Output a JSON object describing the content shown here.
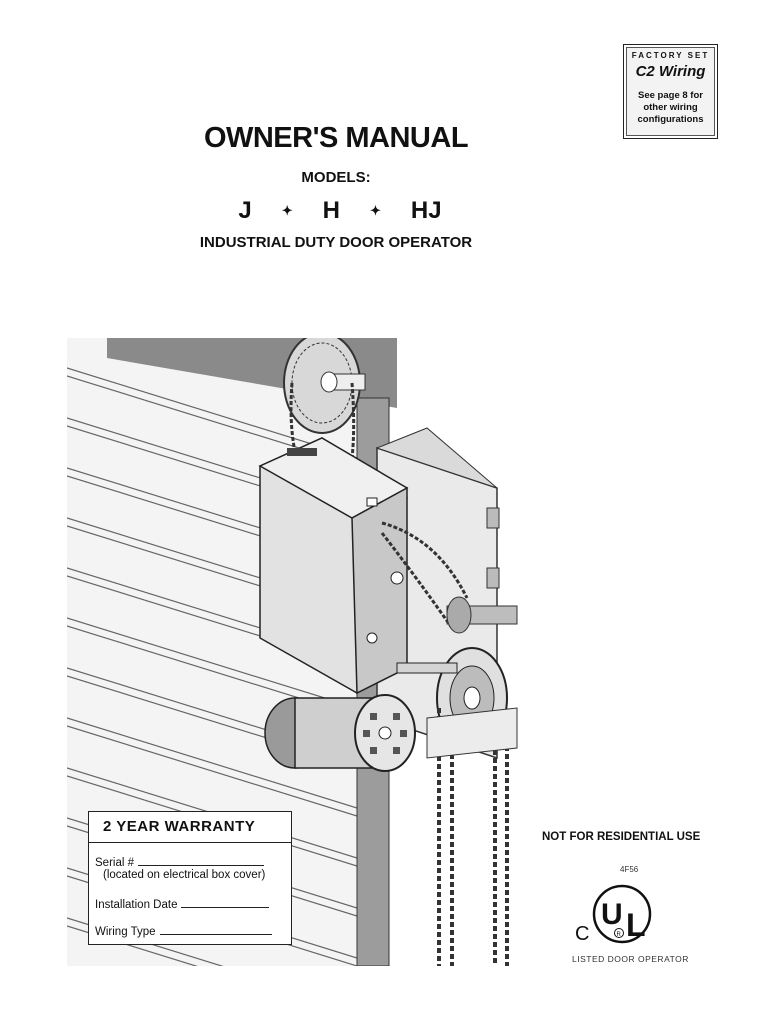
{
  "factory_set": {
    "top": "FACTORY SET",
    "title": "C2 Wiring",
    "note_line1": "See page 8 for",
    "note_line2": "other wiring",
    "note_line3": "configurations"
  },
  "title": "OWNER'S MANUAL",
  "models_label": "MODELS:",
  "models": [
    "J",
    "H",
    "HJ"
  ],
  "model_separator": "✦",
  "subtitle": "INDUSTRIAL DUTY DOOR OPERATOR",
  "warranty": {
    "heading": "2  YEAR  WARRANTY",
    "serial_label": "Serial #",
    "serial_note": "(located on electrical box cover)",
    "installation_label": "Installation Date",
    "wiring_label": "Wiring Type"
  },
  "not_residential": "NOT FOR RESIDENTIAL USE",
  "ul_mark": {
    "letters_u": "U",
    "letters_l": "L",
    "c": "C",
    "r": "R",
    "code": "4F56",
    "listed": "LISTED DOOR OPERATOR"
  },
  "colors": {
    "ink": "#111111",
    "panel": "#e6e6e6",
    "shade": "#b8b8b8"
  }
}
